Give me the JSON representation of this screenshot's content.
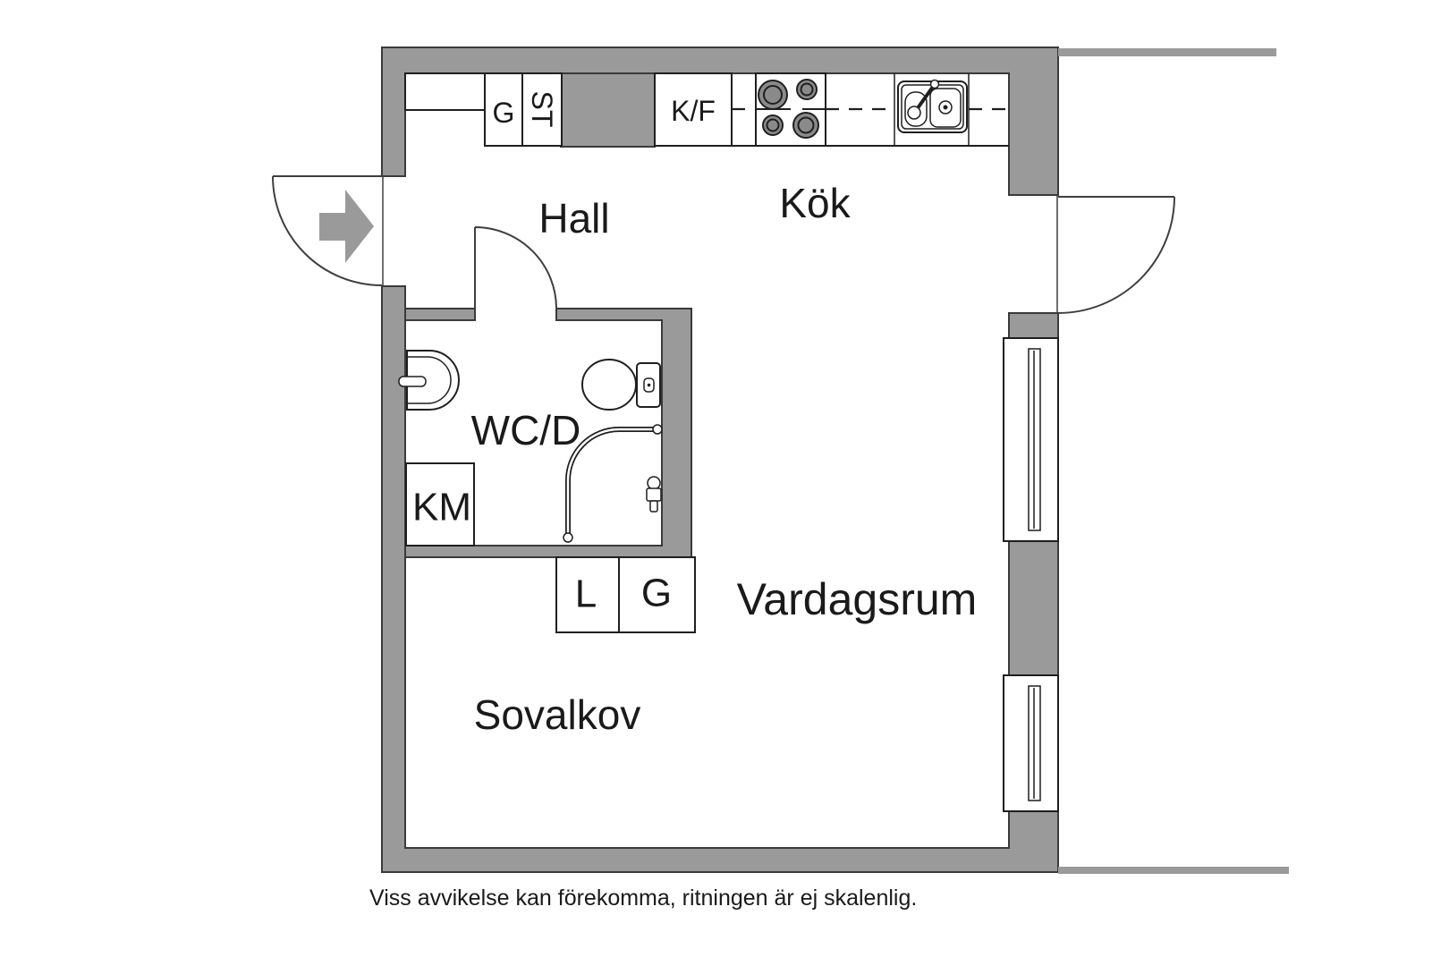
{
  "rooms": {
    "hall": "Hall",
    "kitchen": "Kök",
    "bathroom": "WC/D",
    "living_room": "Vardagsrum",
    "sleeping_alcove": "Sovalkov"
  },
  "fixtures": {
    "hall_closet": "G",
    "hall_tall_closet": "ST",
    "fridge_freezer": "K/F",
    "washing_machine": "KM",
    "linen_closet": "L",
    "alcove_closet": "G"
  },
  "caption": "Viss avvikelse kan förekomma, ritningen är ej skalenlig.",
  "colors": {
    "background": "#ffffff",
    "wall_fill": "#9a9a9a",
    "wall_outline": "#3a3a3a",
    "fixture_line": "#1f1f1f",
    "stove_fill": "#4d4d4d",
    "burner_fill": "#8a8a8a",
    "text": "#1a1a1a"
  }
}
